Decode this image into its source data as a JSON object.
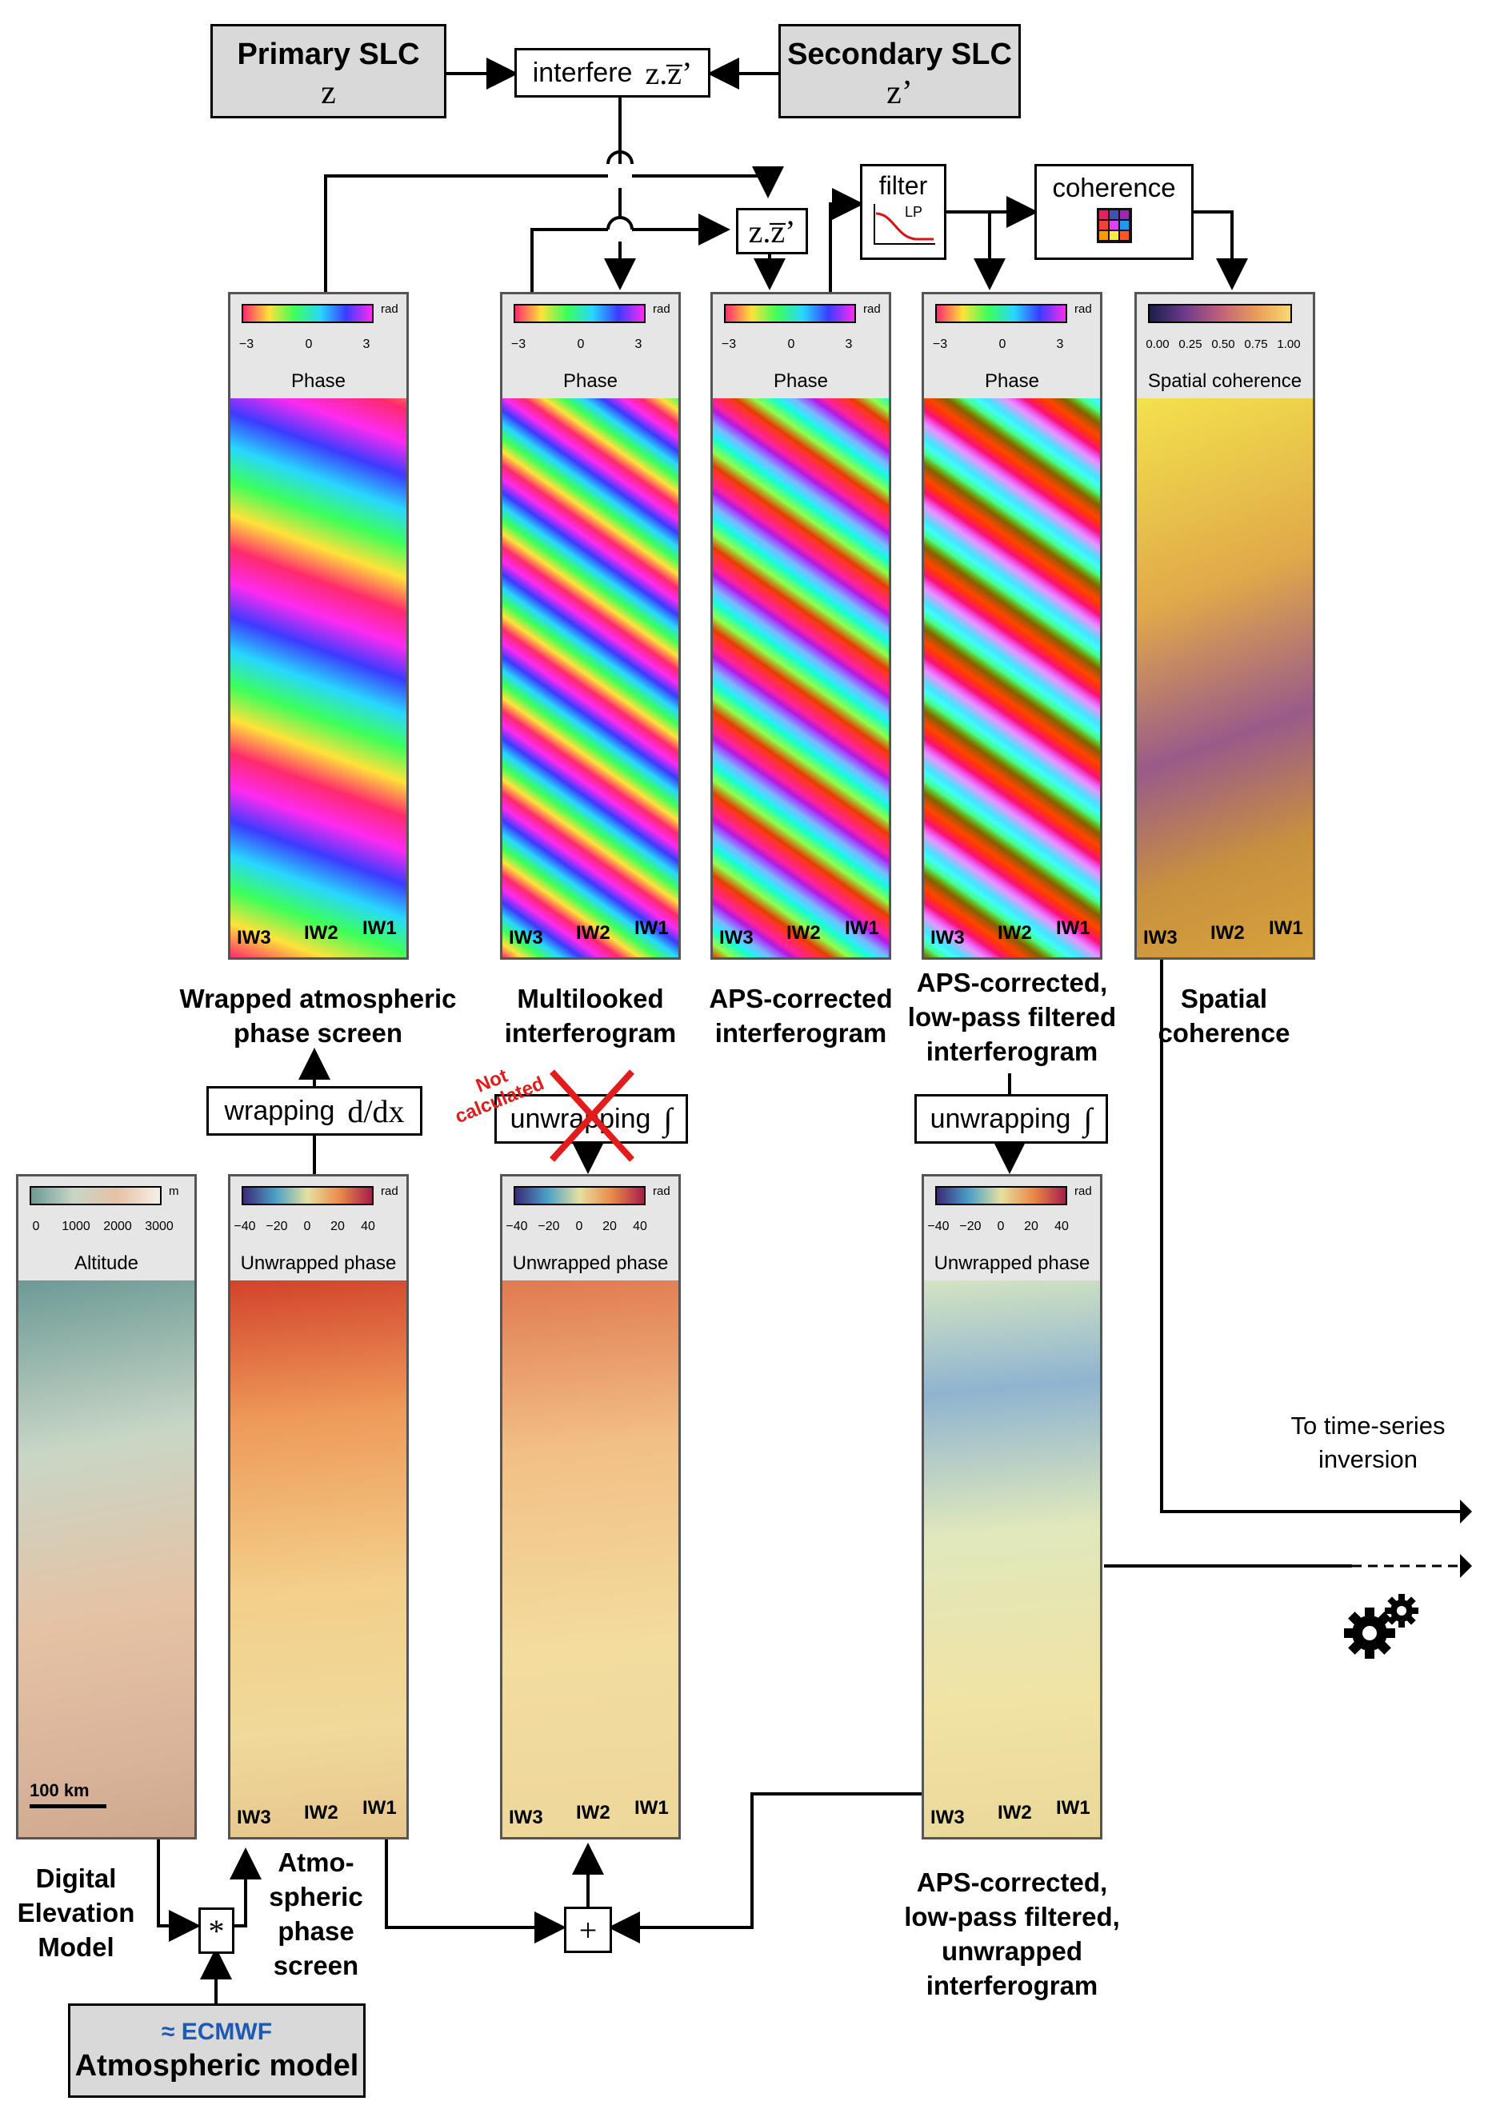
{
  "inputs": {
    "primary_slc": {
      "title": "Primary SLC",
      "symbol": "z"
    },
    "secondary_slc": {
      "title": "Secondary SLC",
      "symbol": "z’"
    },
    "atmospheric_model": {
      "logo": "ECMWF",
      "title": "Atmospheric model"
    }
  },
  "operations": {
    "interfere": {
      "label": "interfere",
      "math": "z.z̅’"
    },
    "correct": {
      "math": "z.z̅’"
    },
    "filter": {
      "label": "filter",
      "sub": "LP"
    },
    "coherence": {
      "label": "coherence"
    },
    "wrapping": {
      "label": "wrapping",
      "math": "d/dx"
    },
    "unwrapping_crossed": {
      "label": "unwrapping",
      "math": "∫"
    },
    "unwrapping": {
      "label": "unwrapping",
      "math": "∫"
    },
    "multiply": {
      "symbol": "*"
    },
    "add": {
      "symbol": "+"
    }
  },
  "not_calculated": "Not calculated",
  "colors": {
    "box_fill": "#d9d9d9",
    "cross": "#e41b1b",
    "wire": "#000000"
  },
  "panels": {
    "wrapped_aps": {
      "unit": "rad",
      "ticks": [
        "−3",
        "0",
        "3"
      ],
      "title": "Phase",
      "swaths": [
        "IW3",
        "IW2",
        "IW1"
      ],
      "caption": "Wrapped atmospheric phase screen"
    },
    "multilooked": {
      "unit": "rad",
      "ticks": [
        "−3",
        "0",
        "3"
      ],
      "title": "Phase",
      "swaths": [
        "IW3",
        "IW2",
        "IW1"
      ],
      "caption": "Multilooked interferogram"
    },
    "aps_corrected": {
      "unit": "rad",
      "ticks": [
        "−3",
        "0",
        "3"
      ],
      "title": "Phase",
      "swaths": [
        "IW3",
        "IW2",
        "IW1"
      ],
      "caption": "APS-corrected interferogram"
    },
    "aps_filtered": {
      "unit": "rad",
      "ticks": [
        "−3",
        "0",
        "3"
      ],
      "title": "Phase",
      "swaths": [
        "IW3",
        "IW2",
        "IW1"
      ],
      "caption": "APS-corrected, low-pass filtered interferogram"
    },
    "spatial_coherence": {
      "ticks": [
        "0.00",
        "0.25",
        "0.50",
        "0.75",
        "1.00"
      ],
      "title": "Spatial coherence",
      "swaths": [
        "IW3",
        "IW2",
        "IW1"
      ],
      "caption": "Spatial coherence"
    },
    "dem": {
      "unit": "m",
      "ticks": [
        "0",
        "1000",
        "2000",
        "3000"
      ],
      "title": "Altitude",
      "scale": "100 km",
      "caption": "Digital Elevation Model"
    },
    "unw_aps": {
      "unit": "rad",
      "ticks": [
        "−40",
        "−20",
        "0",
        "20",
        "40"
      ],
      "title": "Unwrapped phase",
      "swaths": [
        "IW3",
        "IW2",
        "IW1"
      ],
      "caption": "Atmo-spheric phase screen"
    },
    "unw_multilooked": {
      "unit": "rad",
      "ticks": [
        "−40",
        "−20",
        "0",
        "20",
        "40"
      ],
      "title": "Unwrapped phase",
      "swaths": [
        "IW3",
        "IW2",
        "IW1"
      ]
    },
    "unw_filtered": {
      "unit": "rad",
      "ticks": [
        "−40",
        "−20",
        "0",
        "20",
        "40"
      ],
      "title": "Unwrapped phase",
      "swaths": [
        "IW3",
        "IW2",
        "IW1"
      ],
      "caption": "APS-corrected, low-pass filtered, unwrapped interferogram"
    }
  },
  "output_label": "To time-series inversion"
}
